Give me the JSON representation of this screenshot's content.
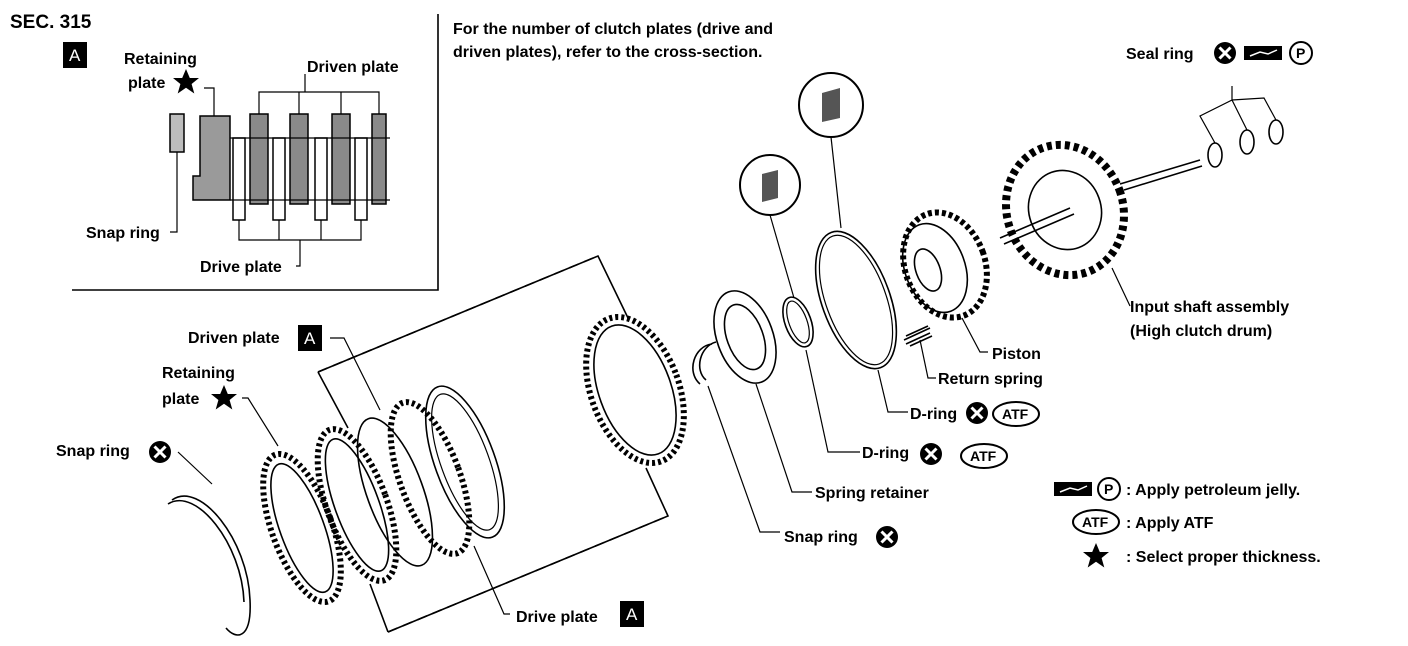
{
  "section": "SEC. 315",
  "box_letter": "A",
  "note": {
    "line1": "For the number of clutch plates (drive and",
    "line2": "driven plates), refer to the cross-section."
  },
  "inset": {
    "retaining_line1": "Retaining",
    "retaining_line2": "plate",
    "driven_plate": "Driven plate",
    "snap_ring": "Snap ring",
    "drive_plate": "Drive plate"
  },
  "parts": {
    "seal_ring": "Seal ring",
    "input_shaft_line1": "Input shaft assembly",
    "input_shaft_line2": "(High clutch drum)",
    "piston": "Piston",
    "return_spring": "Return spring",
    "d_ring_1": "D-ring",
    "d_ring_2": "D-ring",
    "spring_retainer": "Spring retainer",
    "snap_ring_lower": "Snap ring",
    "drive_plate": "Drive plate",
    "driven_plate": "Driven plate",
    "retaining_line1": "Retaining",
    "retaining_line2": "plate",
    "snap_ring_left": "Snap ring"
  },
  "symbols": {
    "atf": "ATF",
    "p": "P"
  },
  "legend": {
    "petroleum": ": Apply petroleum jelly.",
    "atf": ": Apply ATF",
    "star": ": Select proper thickness."
  },
  "icons": [
    "star-icon",
    "x-circle-icon",
    "atf-oval-icon",
    "petroleum-jelly-icon",
    "p-circle-icon",
    "a-box-icon"
  ]
}
